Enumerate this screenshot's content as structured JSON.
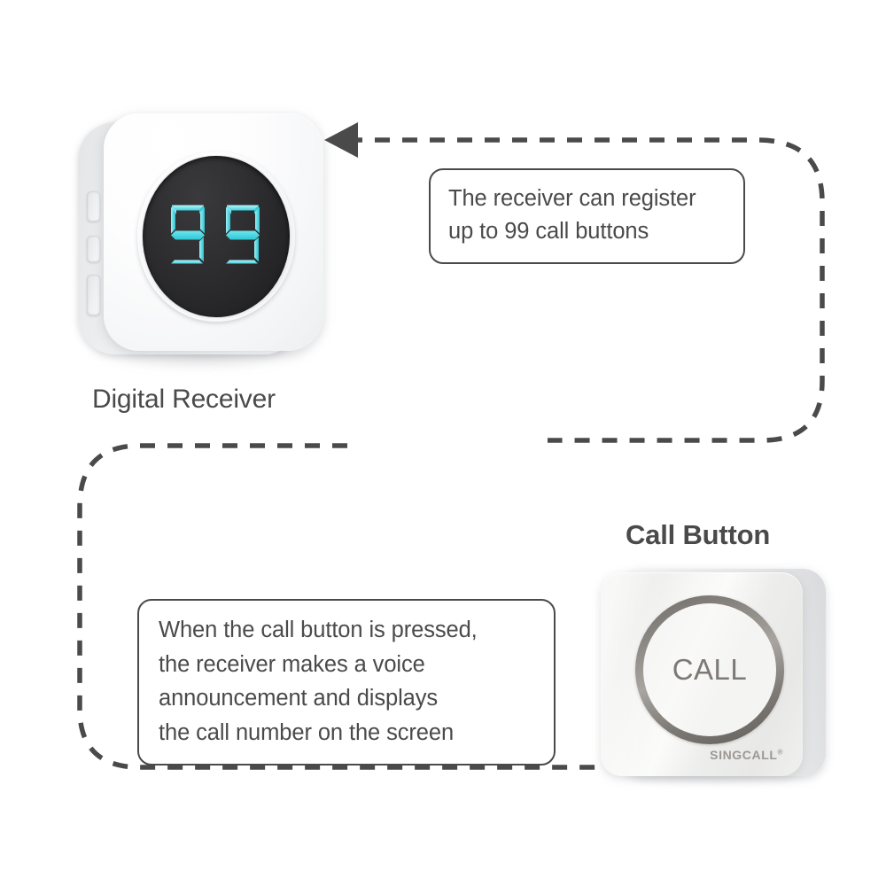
{
  "page": {
    "background_color": "#ffffff",
    "text_color": "#4a4a4a",
    "accent_cyan": "#4de0e8",
    "screen_color": "#2b2b2e",
    "ring_color": "#8b8680"
  },
  "products": {
    "receiver": {
      "caption": "Digital Receiver",
      "display_value": "99",
      "display_digits": [
        "9",
        "9"
      ],
      "side_buttons": [
        "side-button-1",
        "side-button-2",
        "side-button-3"
      ]
    },
    "call_button": {
      "caption": "Call Button",
      "button_label": "CALL",
      "brand": "SINGCALL",
      "brand_mark": "®"
    }
  },
  "callouts": {
    "top": {
      "lines": [
        "The receiver can register",
        "up to 99 call buttons"
      ],
      "full_text": "The receiver can register up to 99 call buttons"
    },
    "bottom": {
      "lines": [
        "When the call button is pressed,",
        "the receiver makes a voice",
        "announcement and displays",
        "the call number on the screen"
      ],
      "full_text": "When the call button is pressed, the receiver makes a voice announcement and displays the call number on the screen"
    }
  },
  "connectors": {
    "top_arrow": {
      "direction": "left",
      "points_to": "receiver",
      "style": "dashed",
      "color": "#4a4a4a"
    },
    "bottom_path": {
      "direction": "right",
      "points_to": "call-button",
      "style": "dashed",
      "color": "#4a4a4a"
    }
  }
}
